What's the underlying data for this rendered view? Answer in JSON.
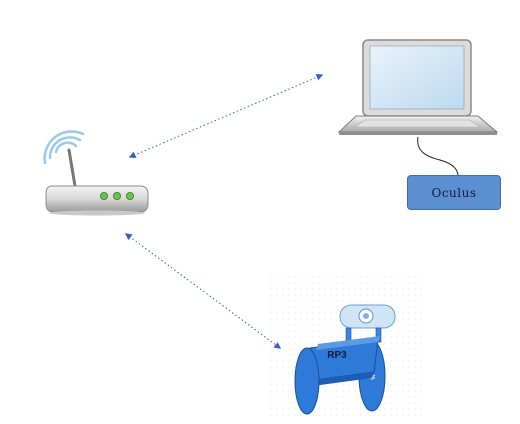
{
  "nodes": {
    "router": {
      "icon": "wifi-router-icon"
    },
    "laptop": {
      "icon": "laptop-icon"
    },
    "oculus": {
      "label": "Oculus"
    },
    "robot": {
      "icon": "robot-icon",
      "label": "RP3"
    }
  },
  "edges": [
    {
      "from": "router",
      "to": "laptop",
      "style": "dotted",
      "arrows": "both"
    },
    {
      "from": "router",
      "to": "robot",
      "style": "dotted",
      "arrows": "both"
    },
    {
      "from": "laptop",
      "to": "oculus",
      "style": "solid",
      "arrows": "none"
    }
  ],
  "colors": {
    "link": "#3a63b8",
    "cable": "#222222",
    "oculus_box": "#5b8fd0",
    "robot_body": "#2f7ad8",
    "router_leds": "#6cc24a",
    "wifi_waves": "#9ec8ea"
  }
}
